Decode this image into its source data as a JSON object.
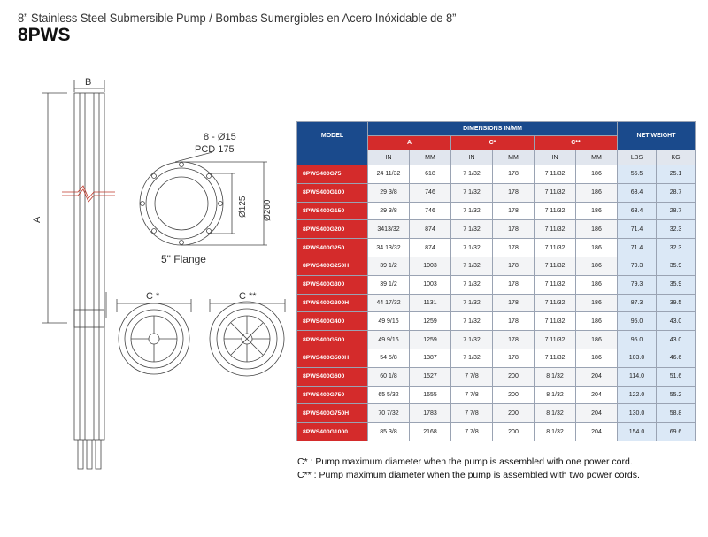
{
  "header": {
    "title": "8” Stainless Steel Submersible Pump / Bombas Sumergibles en Acero Inóxidable de 8”",
    "model_code": "8PWS"
  },
  "drawing": {
    "dim_b": "B",
    "dim_a": "A",
    "flange_holes": "8 - Ø15",
    "flange_pcd": "PCD 175",
    "flange_d_inner": "Ø125",
    "flange_d_outer": "Ø200",
    "flange_caption": "5\" Flange",
    "c1_label": "C *",
    "c2_label": "C **"
  },
  "table": {
    "model_header": "MODEL",
    "dims_header": "DIMENSIONS IN/MM",
    "weight_header": "NET WEIGHT",
    "col_a": "A",
    "col_c1": "C*",
    "col_c2": "C**",
    "units": [
      "IN",
      "MM",
      "IN",
      "MM",
      "IN",
      "MM",
      "LBS",
      "KG"
    ],
    "rows": [
      {
        "model": "8PWS400G75",
        "a_in": "24 11/32",
        "a_mm": "618",
        "c1_in": "7 1/32",
        "c1_mm": "178",
        "c2_in": "7 11/32",
        "c2_mm": "186",
        "lbs": "55.5",
        "kg": "25.1"
      },
      {
        "model": "8PWS400G100",
        "a_in": "29 3/8",
        "a_mm": "746",
        "c1_in": "7 1/32",
        "c1_mm": "178",
        "c2_in": "7 11/32",
        "c2_mm": "186",
        "lbs": "63.4",
        "kg": "28.7"
      },
      {
        "model": "8PWS400G150",
        "a_in": "29 3/8",
        "a_mm": "746",
        "c1_in": "7 1/32",
        "c1_mm": "178",
        "c2_in": "7 11/32",
        "c2_mm": "186",
        "lbs": "63.4",
        "kg": "28.7"
      },
      {
        "model": "8PWS400G200",
        "a_in": "3413/32",
        "a_mm": "874",
        "c1_in": "7 1/32",
        "c1_mm": "178",
        "c2_in": "7 11/32",
        "c2_mm": "186",
        "lbs": "71.4",
        "kg": "32.3"
      },
      {
        "model": "8PWS400G250",
        "a_in": "34 13/32",
        "a_mm": "874",
        "c1_in": "7 1/32",
        "c1_mm": "178",
        "c2_in": "7 11/32",
        "c2_mm": "186",
        "lbs": "71.4",
        "kg": "32.3"
      },
      {
        "model": "8PWS400G250H",
        "a_in": "39 1/2",
        "a_mm": "1003",
        "c1_in": "7 1/32",
        "c1_mm": "178",
        "c2_in": "7 11/32",
        "c2_mm": "186",
        "lbs": "79.3",
        "kg": "35.9"
      },
      {
        "model": "8PWS400G300",
        "a_in": "39 1/2",
        "a_mm": "1003",
        "c1_in": "7 1/32",
        "c1_mm": "178",
        "c2_in": "7 11/32",
        "c2_mm": "186",
        "lbs": "79.3",
        "kg": "35.9"
      },
      {
        "model": "8PWS400G300H",
        "a_in": "44 17/32",
        "a_mm": "1131",
        "c1_in": "7 1/32",
        "c1_mm": "178",
        "c2_in": "7 11/32",
        "c2_mm": "186",
        "lbs": "87.3",
        "kg": "39.5"
      },
      {
        "model": "8PWS400G400",
        "a_in": "49 9/16",
        "a_mm": "1259",
        "c1_in": "7 1/32",
        "c1_mm": "178",
        "c2_in": "7 11/32",
        "c2_mm": "186",
        "lbs": "95.0",
        "kg": "43.0"
      },
      {
        "model": "8PWS400G500",
        "a_in": "49 9/16",
        "a_mm": "1259",
        "c1_in": "7 1/32",
        "c1_mm": "178",
        "c2_in": "7 11/32",
        "c2_mm": "186",
        "lbs": "95.0",
        "kg": "43.0"
      },
      {
        "model": "8PWS400G500H",
        "a_in": "54 5/8",
        "a_mm": "1387",
        "c1_in": "7 1/32",
        "c1_mm": "178",
        "c2_in": "7 11/32",
        "c2_mm": "186",
        "lbs": "103.0",
        "kg": "46.6"
      },
      {
        "model": "8PWS400G600",
        "a_in": "60 1/8",
        "a_mm": "1527",
        "c1_in": "7 7/8",
        "c1_mm": "200",
        "c2_in": "8 1/32",
        "c2_mm": "204",
        "lbs": "114.0",
        "kg": "51.6"
      },
      {
        "model": "8PWS400G750",
        "a_in": "65 5/32",
        "a_mm": "1655",
        "c1_in": "7 7/8",
        "c1_mm": "200",
        "c2_in": "8 1/32",
        "c2_mm": "204",
        "lbs": "122.0",
        "kg": "55.2"
      },
      {
        "model": "8PWS400G750H",
        "a_in": "70 7/32",
        "a_mm": "1783",
        "c1_in": "7 7/8",
        "c1_mm": "200",
        "c2_in": "8 1/32",
        "c2_mm": "204",
        "lbs": "130.0",
        "kg": "58.8"
      },
      {
        "model": "8PWS400G1000",
        "a_in": "85 3/8",
        "a_mm": "2168",
        "c1_in": "7 7/8",
        "c1_mm": "200",
        "c2_in": "8 1/32",
        "c2_mm": "204",
        "lbs": "154.0",
        "kg": "69.6"
      }
    ]
  },
  "notes": {
    "note_c1": "C* : Pump maximum diameter when the pump is assembled with one power cord.",
    "note_c2": "C** : Pump maximum diameter when the pump is assembled with two power cords."
  },
  "colors": {
    "header_blue": "#1a4a8c",
    "model_red": "#d42b2b",
    "weight_blue": "#dbe8f6"
  }
}
